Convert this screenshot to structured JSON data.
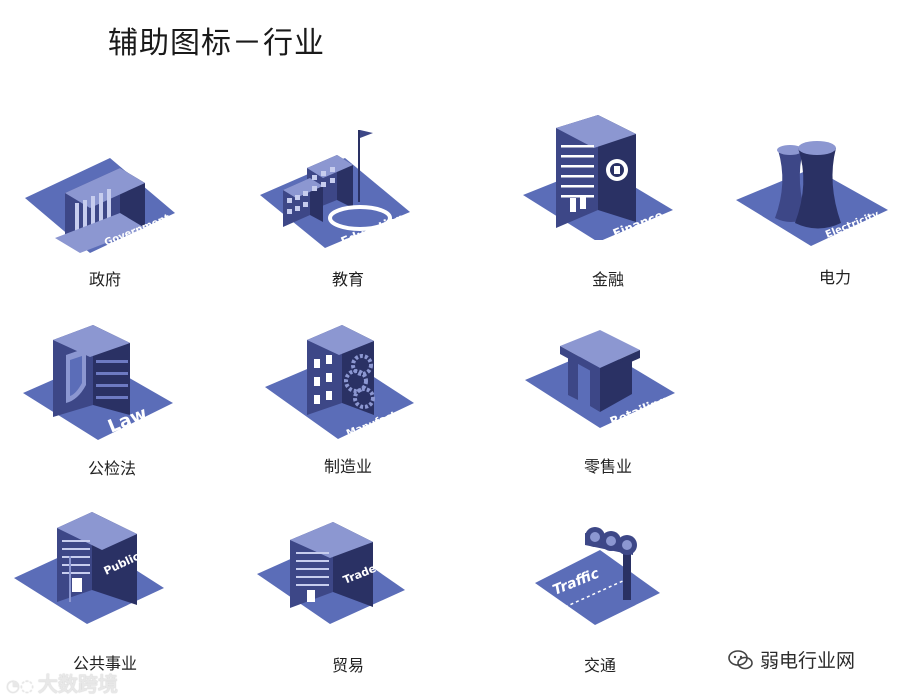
{
  "title": "辅助图标－行业",
  "colors": {
    "base": "#5b6db8",
    "body": "#3d4787",
    "dark": "#2a3164",
    "light": "#8c97d1",
    "window": "#ffffff"
  },
  "industries": [
    {
      "id": "government",
      "label": "政府",
      "badge": "Government",
      "icon": "government-building-icon"
    },
    {
      "id": "education",
      "label": "教育",
      "badge": "Education",
      "icon": "school-icon"
    },
    {
      "id": "finance",
      "label": "金融",
      "badge": "Finance",
      "icon": "bank-tower-icon"
    },
    {
      "id": "electricity",
      "label": "电力",
      "badge": "Electricity",
      "icon": "cooling-tower-icon"
    },
    {
      "id": "law",
      "label": "公检法",
      "badge": "Law",
      "icon": "courthouse-shield-icon"
    },
    {
      "id": "manufacture",
      "label": "制造业",
      "badge": "Manufacture",
      "icon": "factory-gear-icon"
    },
    {
      "id": "retailing",
      "label": "零售业",
      "badge": "Retailing",
      "icon": "shop-kiosk-icon"
    },
    {
      "id": "public",
      "label": "公共事业",
      "badge": "Public",
      "icon": "public-building-icon"
    },
    {
      "id": "trade",
      "label": "贸易",
      "badge": "Trade",
      "icon": "trade-building-icon"
    },
    {
      "id": "traffic",
      "label": "交通",
      "badge": "Traffic",
      "icon": "traffic-light-icon"
    }
  ],
  "watermark_left": "大数跨境",
  "watermark_right": "弱电行业网"
}
